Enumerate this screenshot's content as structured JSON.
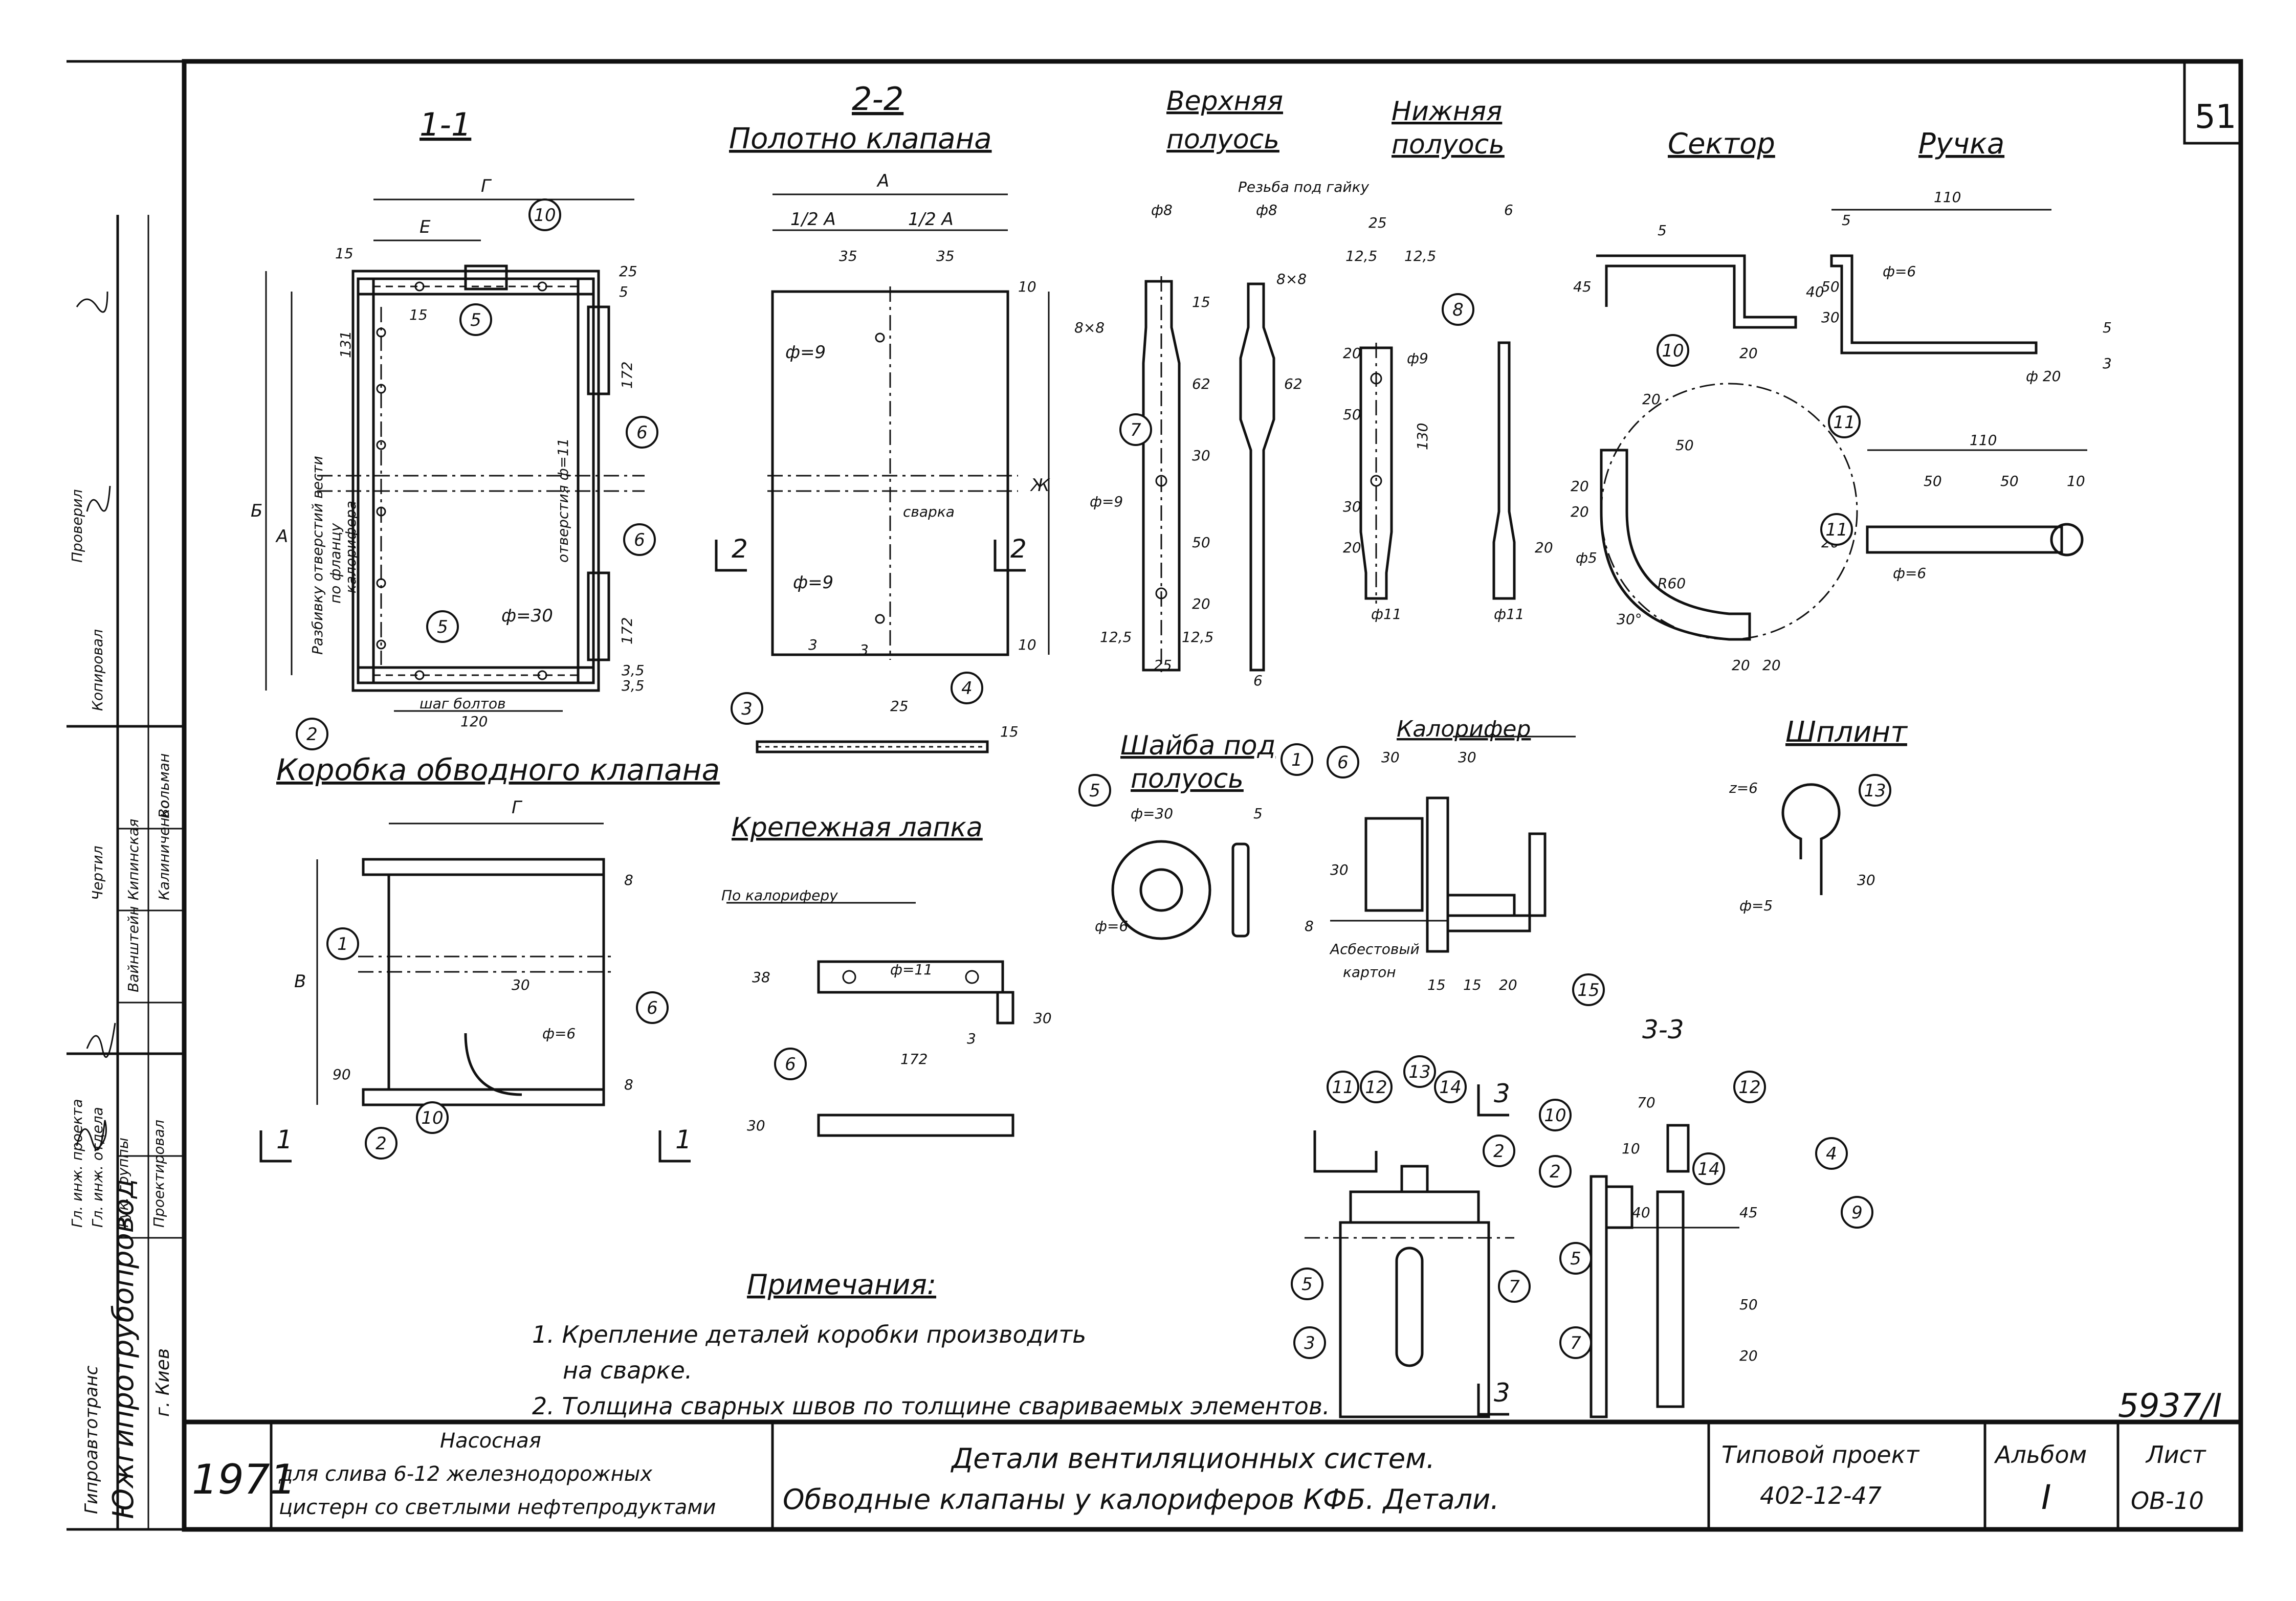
{
  "sheet_number": "51",
  "doc_code": "5937/I",
  "views": {
    "box_section": "1-1",
    "box_caption": "Коробка обводного клапана",
    "blade_section": "2-2",
    "blade_caption": "Полотно клапана",
    "upper_strip": [
      "Верхняя",
      "полуось"
    ],
    "lower_strip": [
      "Нижняя",
      "полуось"
    ],
    "sector": "Сектор",
    "handle": "Ручка",
    "washer": [
      "Шайба под",
      "полуось"
    ],
    "lug": "Крепежная лапка",
    "heater": "Калорифер",
    "cotter": "Шплинт",
    "section_3": "3-3"
  },
  "labels": {
    "thread_note": "Резьба под гайку",
    "weld_note": "сварка",
    "bolt_pitch": [
      "шаг болтов",
      "120"
    ],
    "drill_note": [
      "Разбивку отверстий вести",
      "по фланцу",
      "калорифера"
    ],
    "holes_note": "отверстия ф=11",
    "by_heater": "По калориферу",
    "asbestos": [
      "Асбестовый",
      "картон"
    ],
    "square": "8×8"
  },
  "dimensions": {
    "box": [
      "Г",
      "Е",
      "15",
      "15",
      "25",
      "5",
      "172",
      "172",
      "Б",
      "А",
      "ф=30",
      "3,5",
      "3,5",
      "131"
    ],
    "box2": [
      "Г",
      "В",
      "8",
      "8",
      "90",
      "ф=6",
      "30"
    ],
    "blade": [
      "А",
      "1/2 А",
      "1/2 А",
      "35",
      "35",
      "10",
      "10",
      "Ж",
      "ф=9",
      "ф=9",
      "3",
      "3",
      "25",
      "15"
    ],
    "upper": [
      "ф8",
      "15",
      "62",
      "30",
      "50",
      "20",
      "12,5",
      "12,5",
      "25",
      "ф=9"
    ],
    "lower": [
      "ф8",
      "62",
      "6",
      "8×8"
    ],
    "lower2": [
      "25",
      "12,5",
      "12,5",
      "20",
      "50",
      "30",
      "20",
      "130",
      "ф9",
      "ф11",
      "6",
      "20",
      "ф11"
    ],
    "sector": [
      "5",
      "45",
      "40",
      "20",
      "20",
      "50",
      "20",
      "20",
      "20",
      "20",
      "30°",
      "ф5",
      "R60"
    ],
    "handle": [
      "110",
      "5",
      "ф=6",
      "50",
      "30",
      "5",
      "3",
      "ф 20",
      "110",
      "50",
      "50",
      "10",
      "20",
      "ф=6"
    ],
    "washer": [
      "ф=30",
      "5",
      "ф=6"
    ],
    "heater": [
      "30",
      "30",
      "30",
      "8",
      "15",
      "15",
      "20"
    ],
    "lug": [
      "ф=11",
      "38",
      "172",
      "3",
      "30",
      "30"
    ],
    "cotter": [
      "z=6",
      "ф=5",
      "30"
    ],
    "sec3": [
      "70",
      "10",
      "45",
      "50",
      "20",
      "40"
    ]
  },
  "callouts": [
    "10",
    "5",
    "6",
    "6",
    "5",
    "2",
    "3",
    "4",
    "7",
    "8",
    "10",
    "11",
    "11",
    "1",
    "6",
    "5",
    "15",
    "13",
    "6",
    "1",
    "2",
    "10",
    "6",
    "11",
    "12",
    "13",
    "14",
    "2",
    "5",
    "3",
    "7",
    "10",
    "12",
    "14",
    "4",
    "2",
    "5",
    "7",
    "9"
  ],
  "cut_marks": [
    "2",
    "2",
    "1",
    "1",
    "3",
    "3"
  ],
  "notes": {
    "title": "Примечания:",
    "lines": [
      "1. Крепление деталей коробки производить",
      "на сварке.",
      "2. Толщина сварных швов по толщине свариваемых элементов."
    ]
  },
  "title_block": {
    "year": "1971",
    "object": [
      "Насосная",
      "для слива 6-12 железнодорожных",
      "цистерн со светлыми нефтепродуктами"
    ],
    "title": [
      "Детали вентиляционных систем.",
      "Обводные клапаны у калориферов КФБ. Детали."
    ],
    "project_label": "Типовой проект",
    "project": "402-12-47",
    "album_label": "Альбом",
    "album": "I",
    "sheet_label": "Лист",
    "sheet": "ОВ-10"
  },
  "side_stamp": {
    "org": [
      "Гипроавтотранс",
      "Южгипротрубопровод",
      "г. Киев"
    ],
    "roles": [
      "Гл. инж. проекта",
      "Гл. инж. отдела",
      "Рук. группы",
      "Проектировал",
      "Чертил",
      "Копировал",
      "Проверил"
    ],
    "names": [
      "Вайнштейн",
      "Кипинская",
      "Калиниченко",
      "Вольман"
    ]
  }
}
